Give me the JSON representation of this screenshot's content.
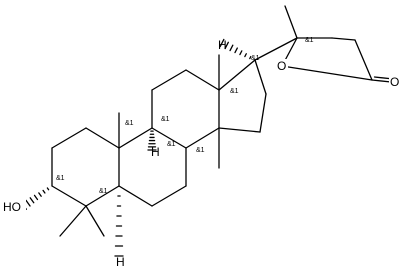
{
  "diagram": {
    "atom_labels": {
      "ho": "HO",
      "ring_o": "O",
      "carbonyl_o": "O",
      "h_c17": "H",
      "h_c9": "H",
      "h_c5": "H"
    },
    "stereo_label": "&1",
    "colors": {
      "ink": "#000000",
      "background": "#ffffff"
    }
  }
}
